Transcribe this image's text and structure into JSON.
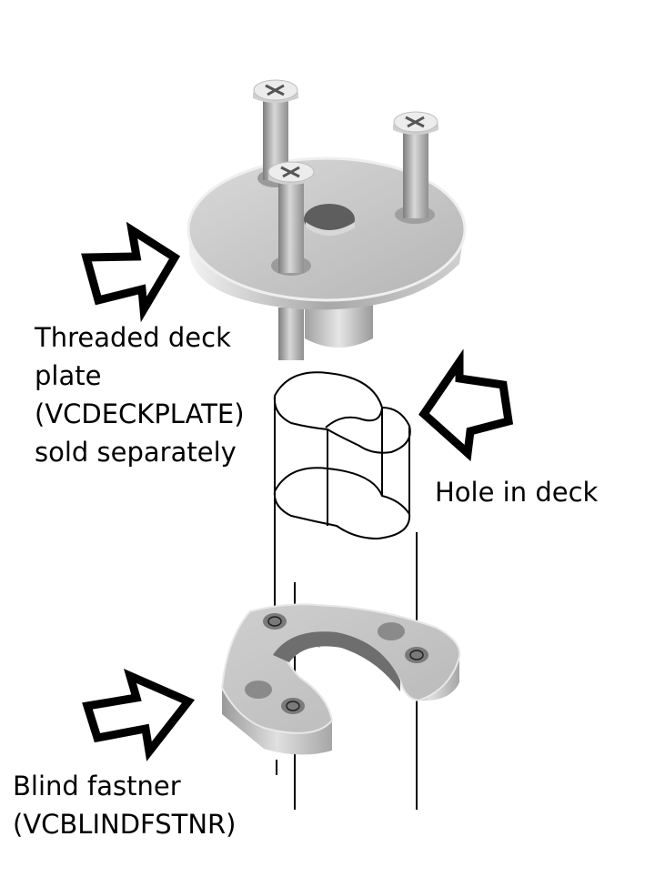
{
  "labels": {
    "deck_plate": [
      "Threaded deck",
      "plate",
      "(VCDECKPLATE)",
      "sold separately"
    ],
    "hole": "Hole in deck",
    "blind_fastener": [
      "Blind fastner",
      "(VCBLINDFSTNR)"
    ]
  },
  "icons": [
    "arrow-right-icon",
    "arrow-left-icon",
    "arrow-right-icon"
  ],
  "colors": {
    "part_fill": "#c8c8c8",
    "part_dark": "#8a8a8a",
    "outline": "#000000",
    "background": "#ffffff"
  }
}
